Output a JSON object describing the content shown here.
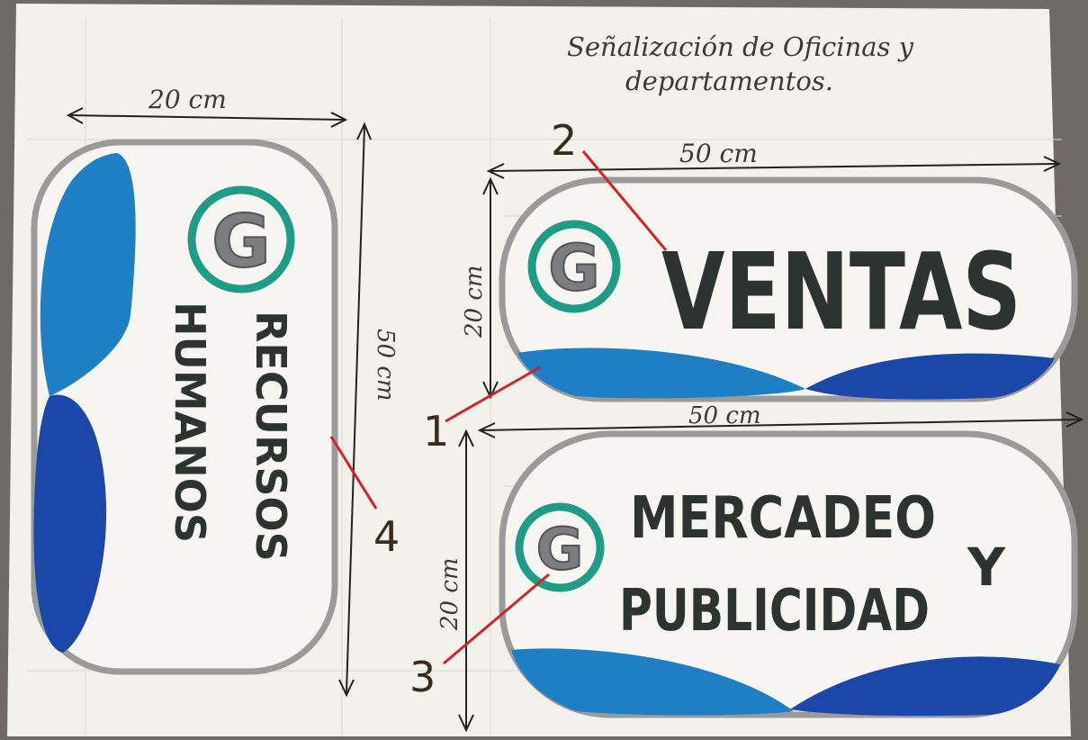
{
  "title": {
    "line1": "Señalización de Oficinas y",
    "line2": "departamentos."
  },
  "signs": {
    "recursos_humanos": {
      "line1": "RECURSOS",
      "line2": "HUMANOS",
      "width_label": "20 cm",
      "height_label": "50 cm"
    },
    "ventas": {
      "text": "VENTAS",
      "width_label": "50 cm",
      "height_label": "20 cm"
    },
    "mercadeo": {
      "line1": "MERCADEO",
      "line2": "PUBLICIDAD",
      "connector": "Y",
      "width_label": "50 cm",
      "height_label": "20 cm"
    }
  },
  "logo_letter": "G",
  "callouts": [
    "1",
    "2",
    "3",
    "4"
  ],
  "colors": {
    "paper": "#f3f1ec",
    "outline": "#9a9a9a",
    "logo_ring": "#1f9c86",
    "blue_light": "#1f7fc4",
    "blue_dark": "#1b47a8",
    "lettering": "#2c3330",
    "callout_line": "#d2232a"
  }
}
